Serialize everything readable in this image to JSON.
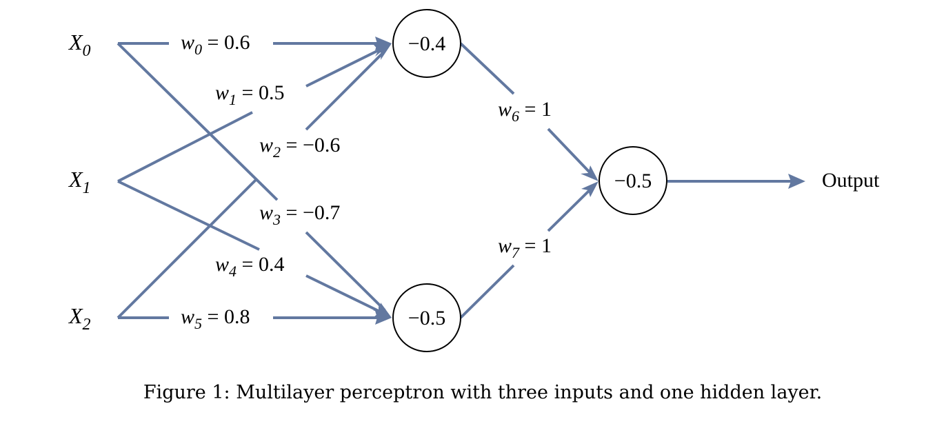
{
  "colors": {
    "edge": "#6278a0",
    "text": "#000000",
    "node_stroke": "#000000",
    "background": "#ffffff"
  },
  "inputs": [
    {
      "var": "X",
      "sub": "0"
    },
    {
      "var": "X",
      "sub": "1"
    },
    {
      "var": "X",
      "sub": "2"
    }
  ],
  "hidden_nodes": [
    {
      "value": "−0.4"
    },
    {
      "value": "−0.5"
    }
  ],
  "output_node": {
    "value": "−0.5"
  },
  "output_label": "Output",
  "weights": [
    {
      "var": "w",
      "sub": "0",
      "value": "0.6"
    },
    {
      "var": "w",
      "sub": "1",
      "value": "0.5"
    },
    {
      "var": "w",
      "sub": "2",
      "value": "−0.6"
    },
    {
      "var": "w",
      "sub": "3",
      "value": "−0.7"
    },
    {
      "var": "w",
      "sub": "4",
      "value": "0.4"
    },
    {
      "var": "w",
      "sub": "5",
      "value": "0.8"
    },
    {
      "var": "w",
      "sub": "6",
      "value": "1"
    },
    {
      "var": "w",
      "sub": "7",
      "value": "1"
    }
  ],
  "caption": "Figure 1: Multilayer perceptron with three inputs and one hidden layer."
}
